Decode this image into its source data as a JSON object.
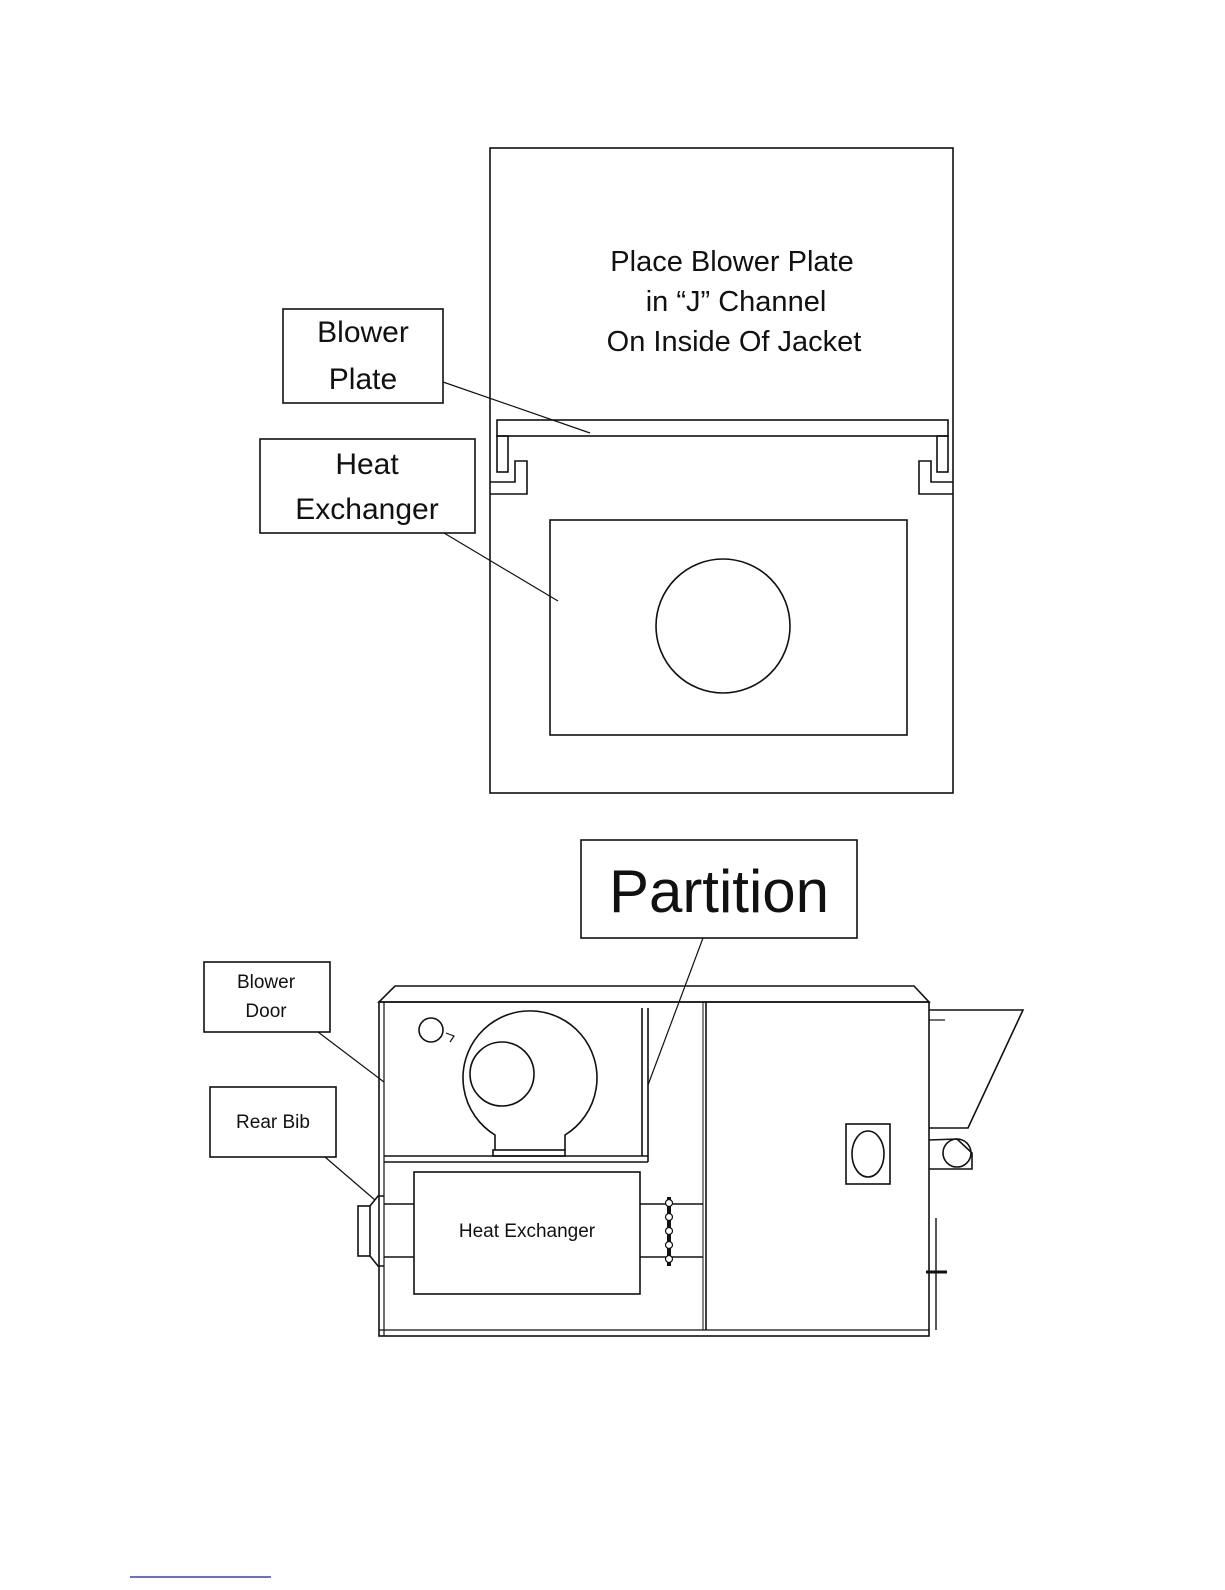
{
  "colors": {
    "line": "#111111",
    "background": "#ffffff",
    "footnote_rule": "#3344bb"
  },
  "top_diagram": {
    "instruction_lines": [
      "Place Blower Plate",
      "in “J” Channel",
      "On Inside Of Jacket"
    ],
    "callout_blower_plate": [
      "Blower",
      "Plate"
    ],
    "callout_heat_exchanger": [
      "Heat",
      "Exchanger"
    ]
  },
  "bottom_diagram": {
    "callout_partition": "Partition",
    "callout_blower_door": [
      "Blower",
      "Door"
    ],
    "callout_rear_bib": "Rear Bib",
    "heat_exchanger_label": "Heat Exchanger"
  }
}
